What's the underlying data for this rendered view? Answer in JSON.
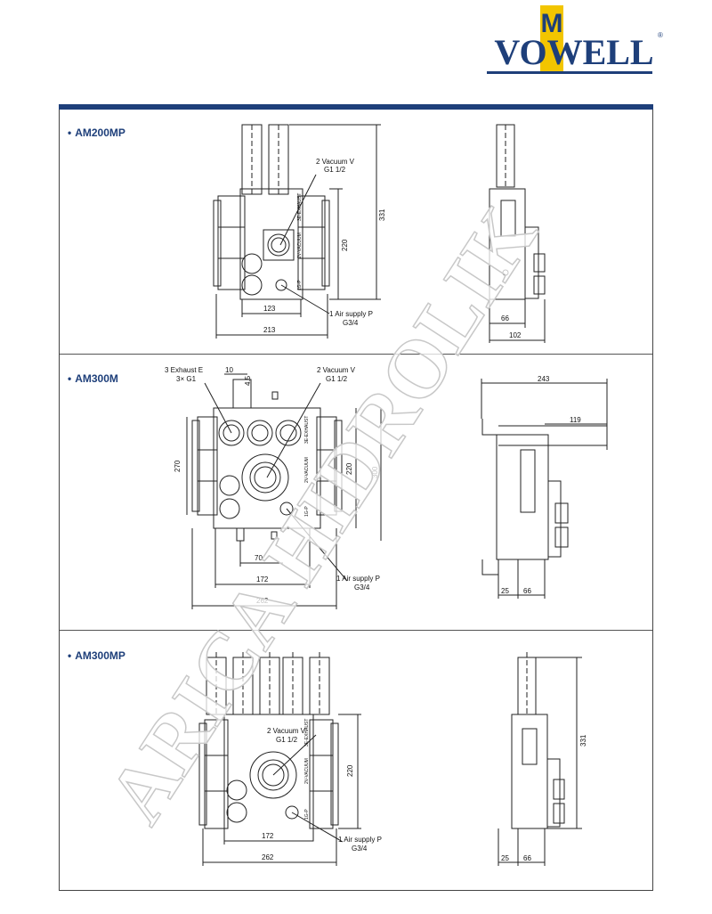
{
  "brand": {
    "name": "VOWELL",
    "mark": "M",
    "registered": "®",
    "accent": "#1e3f7a",
    "mark_color": "#f2c500"
  },
  "watermark_text": "ARICA HIDROLIK",
  "sections": [
    {
      "title": "AM200MP",
      "labels": {
        "vacuum": "2 Vacuum V",
        "vacuum_thread": "G1 1/2",
        "air": "1 Air supply P",
        "air_thread": "G3/4",
        "port_exhaust": "3E-EXHAUST",
        "port_vacuum": "2V-VACUUM",
        "port_air": "1G-P"
      },
      "dims": {
        "d123": "123",
        "d213": "213",
        "d220": "220",
        "d331": "331",
        "d66": "66",
        "d102": "102"
      }
    },
    {
      "title": "AM300M",
      "labels": {
        "exhaust": "3 Exhaust E",
        "exhaust_thread": "3× G1",
        "vacuum": "2 Vacuum V",
        "vacuum_thread": "G1 1/2",
        "air": "1 Air supply P",
        "air_thread": "G3/4",
        "port_exhaust": "3E-EXHAUST",
        "port_vacuum": "2V-VACUUM",
        "port_air": "1G-P"
      },
      "dims": {
        "d10": "10",
        "d45": "4.5",
        "d270": "270",
        "d220": "220",
        "d300": "300",
        "d70": "70",
        "d172": "172",
        "d262": "262",
        "d243": "243",
        "d119": "119",
        "d25": "25",
        "d66": "66"
      }
    },
    {
      "title": "AM300MP",
      "labels": {
        "vacuum": "2 Vacuum V",
        "vacuum_thread": "G1 1/2",
        "air": "1 Air supply P",
        "air_thread": "G3/4",
        "port_exhaust": "3E-EXHAUST",
        "port_vacuum": "2V-VACUUM",
        "port_air": "1G-P"
      },
      "dims": {
        "d220": "220",
        "d172": "172",
        "d262": "262",
        "d331": "331",
        "d25": "25",
        "d66": "66"
      }
    }
  ]
}
